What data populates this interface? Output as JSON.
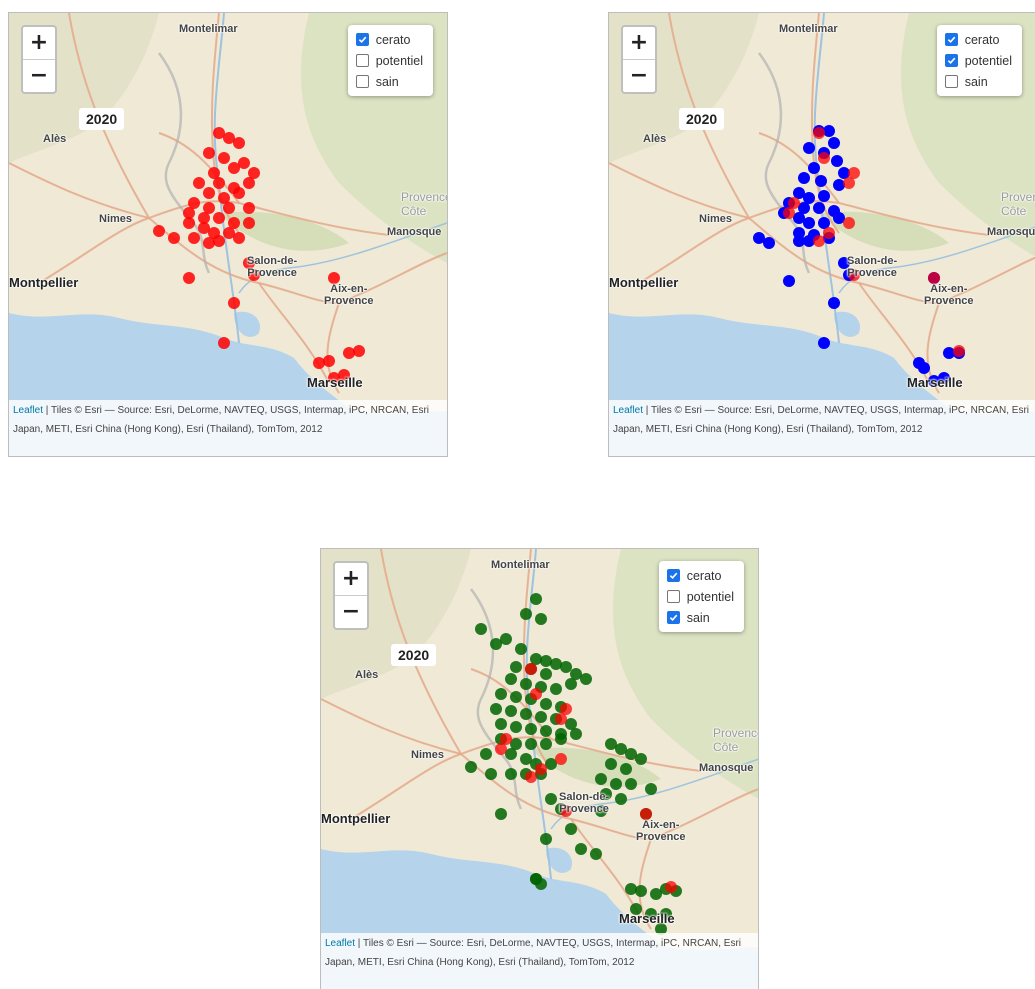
{
  "maps": [
    {
      "year_label": "2020",
      "zoom_in": "+",
      "zoom_out": "−",
      "layers": [
        {
          "label": "cerato",
          "checked": true
        },
        {
          "label": "potentiel",
          "checked": false
        },
        {
          "label": "sain",
          "checked": false
        }
      ]
    },
    {
      "year_label": "2020",
      "zoom_in": "+",
      "zoom_out": "−",
      "layers": [
        {
          "label": "cerato",
          "checked": true
        },
        {
          "label": "potentiel",
          "checked": true
        },
        {
          "label": "sain",
          "checked": false
        }
      ]
    },
    {
      "year_label": "2020",
      "zoom_in": "+",
      "zoom_out": "−",
      "layers": [
        {
          "label": "cerato",
          "checked": true
        },
        {
          "label": "potentiel",
          "checked": false
        },
        {
          "label": "sain",
          "checked": true
        }
      ]
    }
  ],
  "city_labels": {
    "montelimar": "Montelimar",
    "ales": "Alès",
    "nimes": "Nimes",
    "montpellier": "Montpellier",
    "salon": "Salon-de-\nProvence",
    "aix": "Aix-en-\nProvence",
    "marseille": "Marseille",
    "manosque": "Manosque",
    "provence_cote": "Provence\nCôte"
  },
  "attribution": {
    "leaflet": "Leaflet",
    "rest": " | Tiles © Esri — Source: Esri, DeLorme, NAVTEQ, USGS, Intermap, iPC, NRCAN, Esri Japan, METI, Esri China (Hong Kong), Esri (Thailand), TomTom, 2012"
  },
  "colors": {
    "cerato": "#ff0000",
    "potentiel": "#0000ff",
    "sain": "#006400",
    "sea": "#b5d3ea",
    "land": "#efe9d6"
  }
}
